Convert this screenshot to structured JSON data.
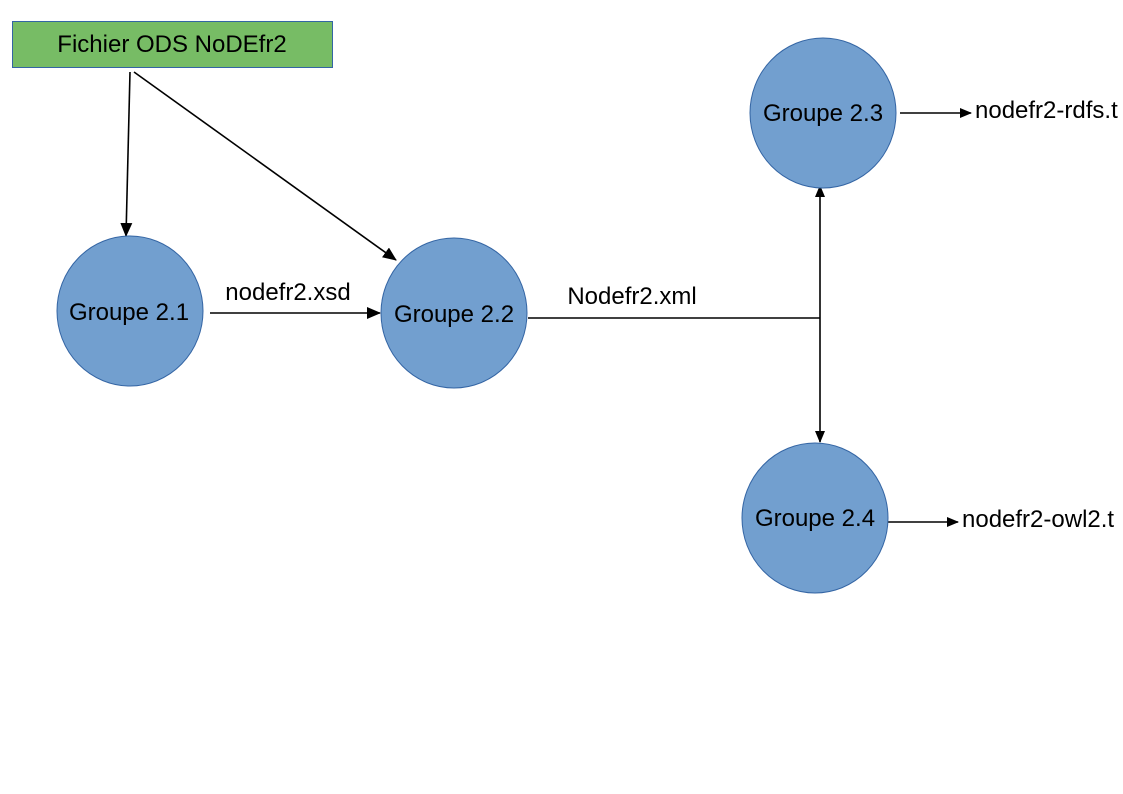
{
  "diagram": {
    "source_node": {
      "label": "Fichier ODS NoDEfr2"
    },
    "groups": [
      {
        "label": "Groupe 2.1"
      },
      {
        "label": "Groupe 2.2"
      },
      {
        "label": "Groupe 2.3"
      },
      {
        "label": "Groupe 2.4"
      }
    ],
    "edge_labels": {
      "xsd": "nodefr2.xsd",
      "xml": "Nodefr2.xml",
      "rdfs_output": "nodefr2-rdfs.t",
      "owl2_output": "nodefr2-owl2.t"
    },
    "colors": {
      "source_fill": "#77bc65",
      "source_stroke": "#3465a4",
      "group_fill": "#729fcf",
      "group_stroke": "#3465a4",
      "edge": "#000000"
    }
  }
}
